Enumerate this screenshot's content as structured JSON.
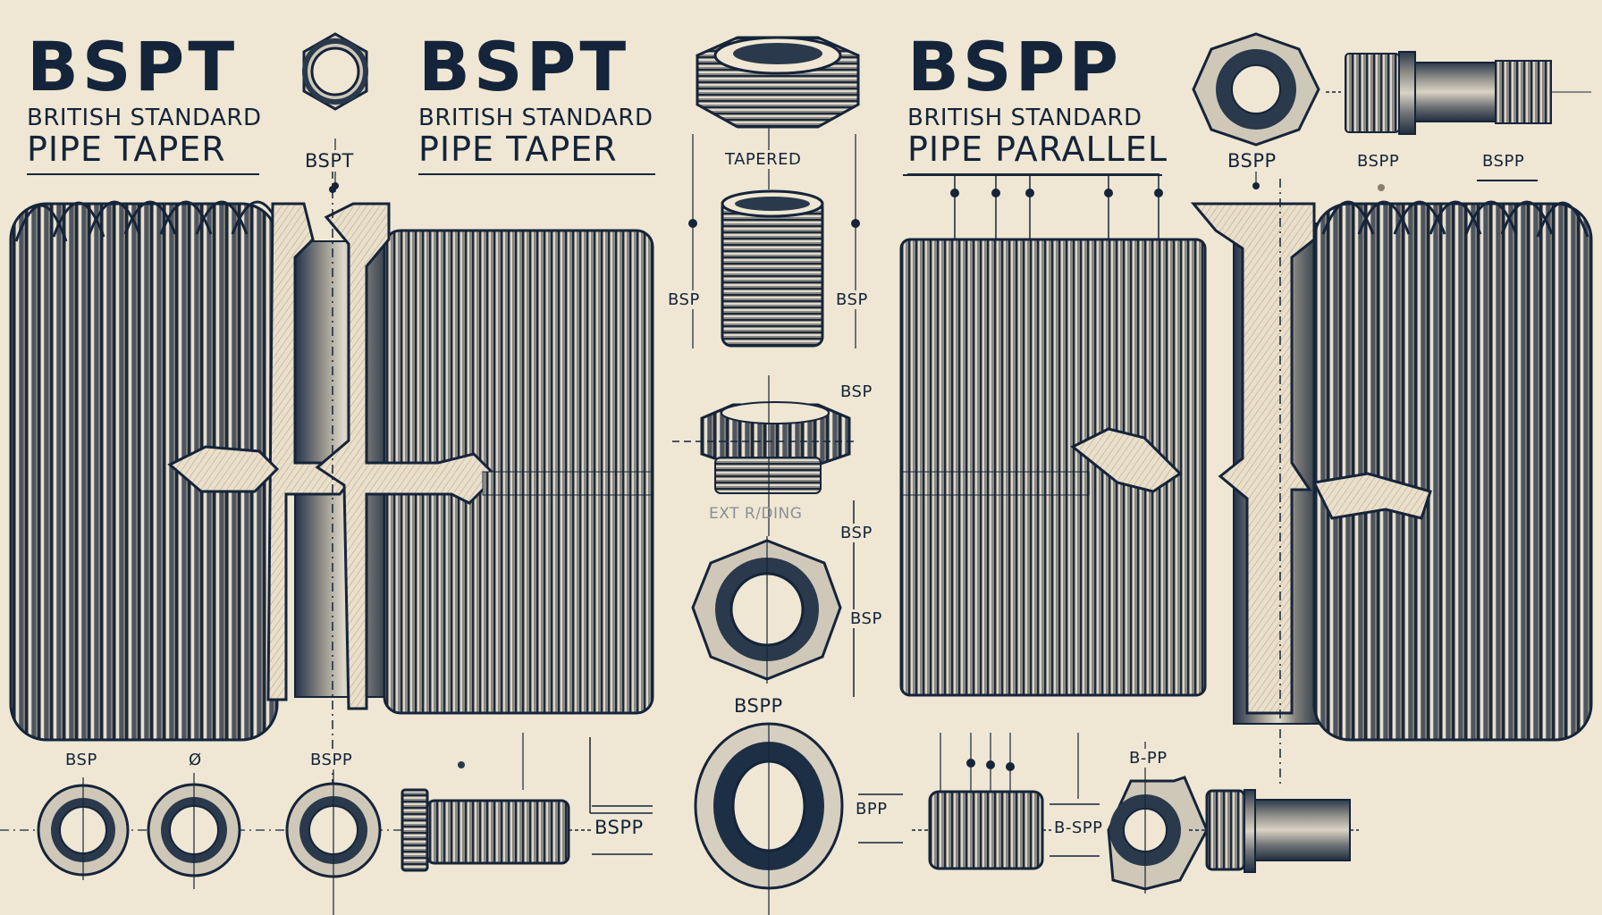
{
  "diagram": {
    "background": "#efe7d3",
    "ink_color": "#14243a",
    "metal_dark": "#2b3a4c",
    "metal_light": "#d8d2c4"
  },
  "titles": [
    {
      "id": "bspt-left",
      "heading": "BSPT",
      "line1": "BRITISH STANDARD",
      "line2": "PIPE  TAPER"
    },
    {
      "id": "bspt-center",
      "heading": "BSPT",
      "line1": "BRITISH STANDARD",
      "line2": "PIPE  TAPER"
    },
    {
      "id": "bspp-right",
      "heading": "BSPP",
      "line1": "BRITISH STANDARD",
      "line2": "PIPE  PARALLEL"
    }
  ],
  "labels": {
    "top_left_nut": "BSPT",
    "tapered": "TAPERED",
    "center_bsp_left": "BSP",
    "center_bsp_right": "BSP",
    "center_bsp_mid": "BSP",
    "ext_threading": "EXT R/DING",
    "center_bsp_lower": "BSP",
    "center_bsp_nut": "BSP",
    "center_bspp": "BSPP",
    "right_top_nut": "BSPP",
    "right_top_mid": "BSPP",
    "right_top_far": "BSPP",
    "bottom_left_1": "BSP",
    "bottom_left_2": "Ø",
    "bottom_left_3": "BSPP",
    "bottom_bolt": "BSPP",
    "bottom_ring": "BPP",
    "bottom_right_mid": "B-SPP",
    "bottom_right_hex": "B-PP"
  },
  "components": [
    {
      "name": "hex-nut-top-left",
      "type": "hex nut (front view)"
    },
    {
      "name": "hex-nut-top-center",
      "type": "hex nut (isometric)"
    },
    {
      "name": "tapered-nipple",
      "type": "threaded tube"
    },
    {
      "name": "hex-bushing",
      "type": "hex bushing"
    },
    {
      "name": "hex-nut-center",
      "type": "hex nut (front view)"
    },
    {
      "name": "sealing-ring",
      "type": "o-ring washer"
    },
    {
      "name": "bspt-pipe-section",
      "type": "large tapered pipe cross-section"
    },
    {
      "name": "bspp-pipe-section",
      "type": "large parallel pipe cross-section"
    },
    {
      "name": "hex-nut-top-right",
      "type": "hex nut (front view)"
    },
    {
      "name": "adapter-top-right",
      "type": "threaded adapter"
    },
    {
      "name": "round-nuts-bottom-left",
      "type": "3 round nuts"
    },
    {
      "name": "hex-bolt-bottom",
      "type": "hex bolt"
    },
    {
      "name": "threaded-rod-bottom-right",
      "type": "threaded rod"
    },
    {
      "name": "hex-nut-bottom-right",
      "type": "hex nut"
    },
    {
      "name": "adapter-bottom-right",
      "type": "threaded adapter"
    }
  ]
}
